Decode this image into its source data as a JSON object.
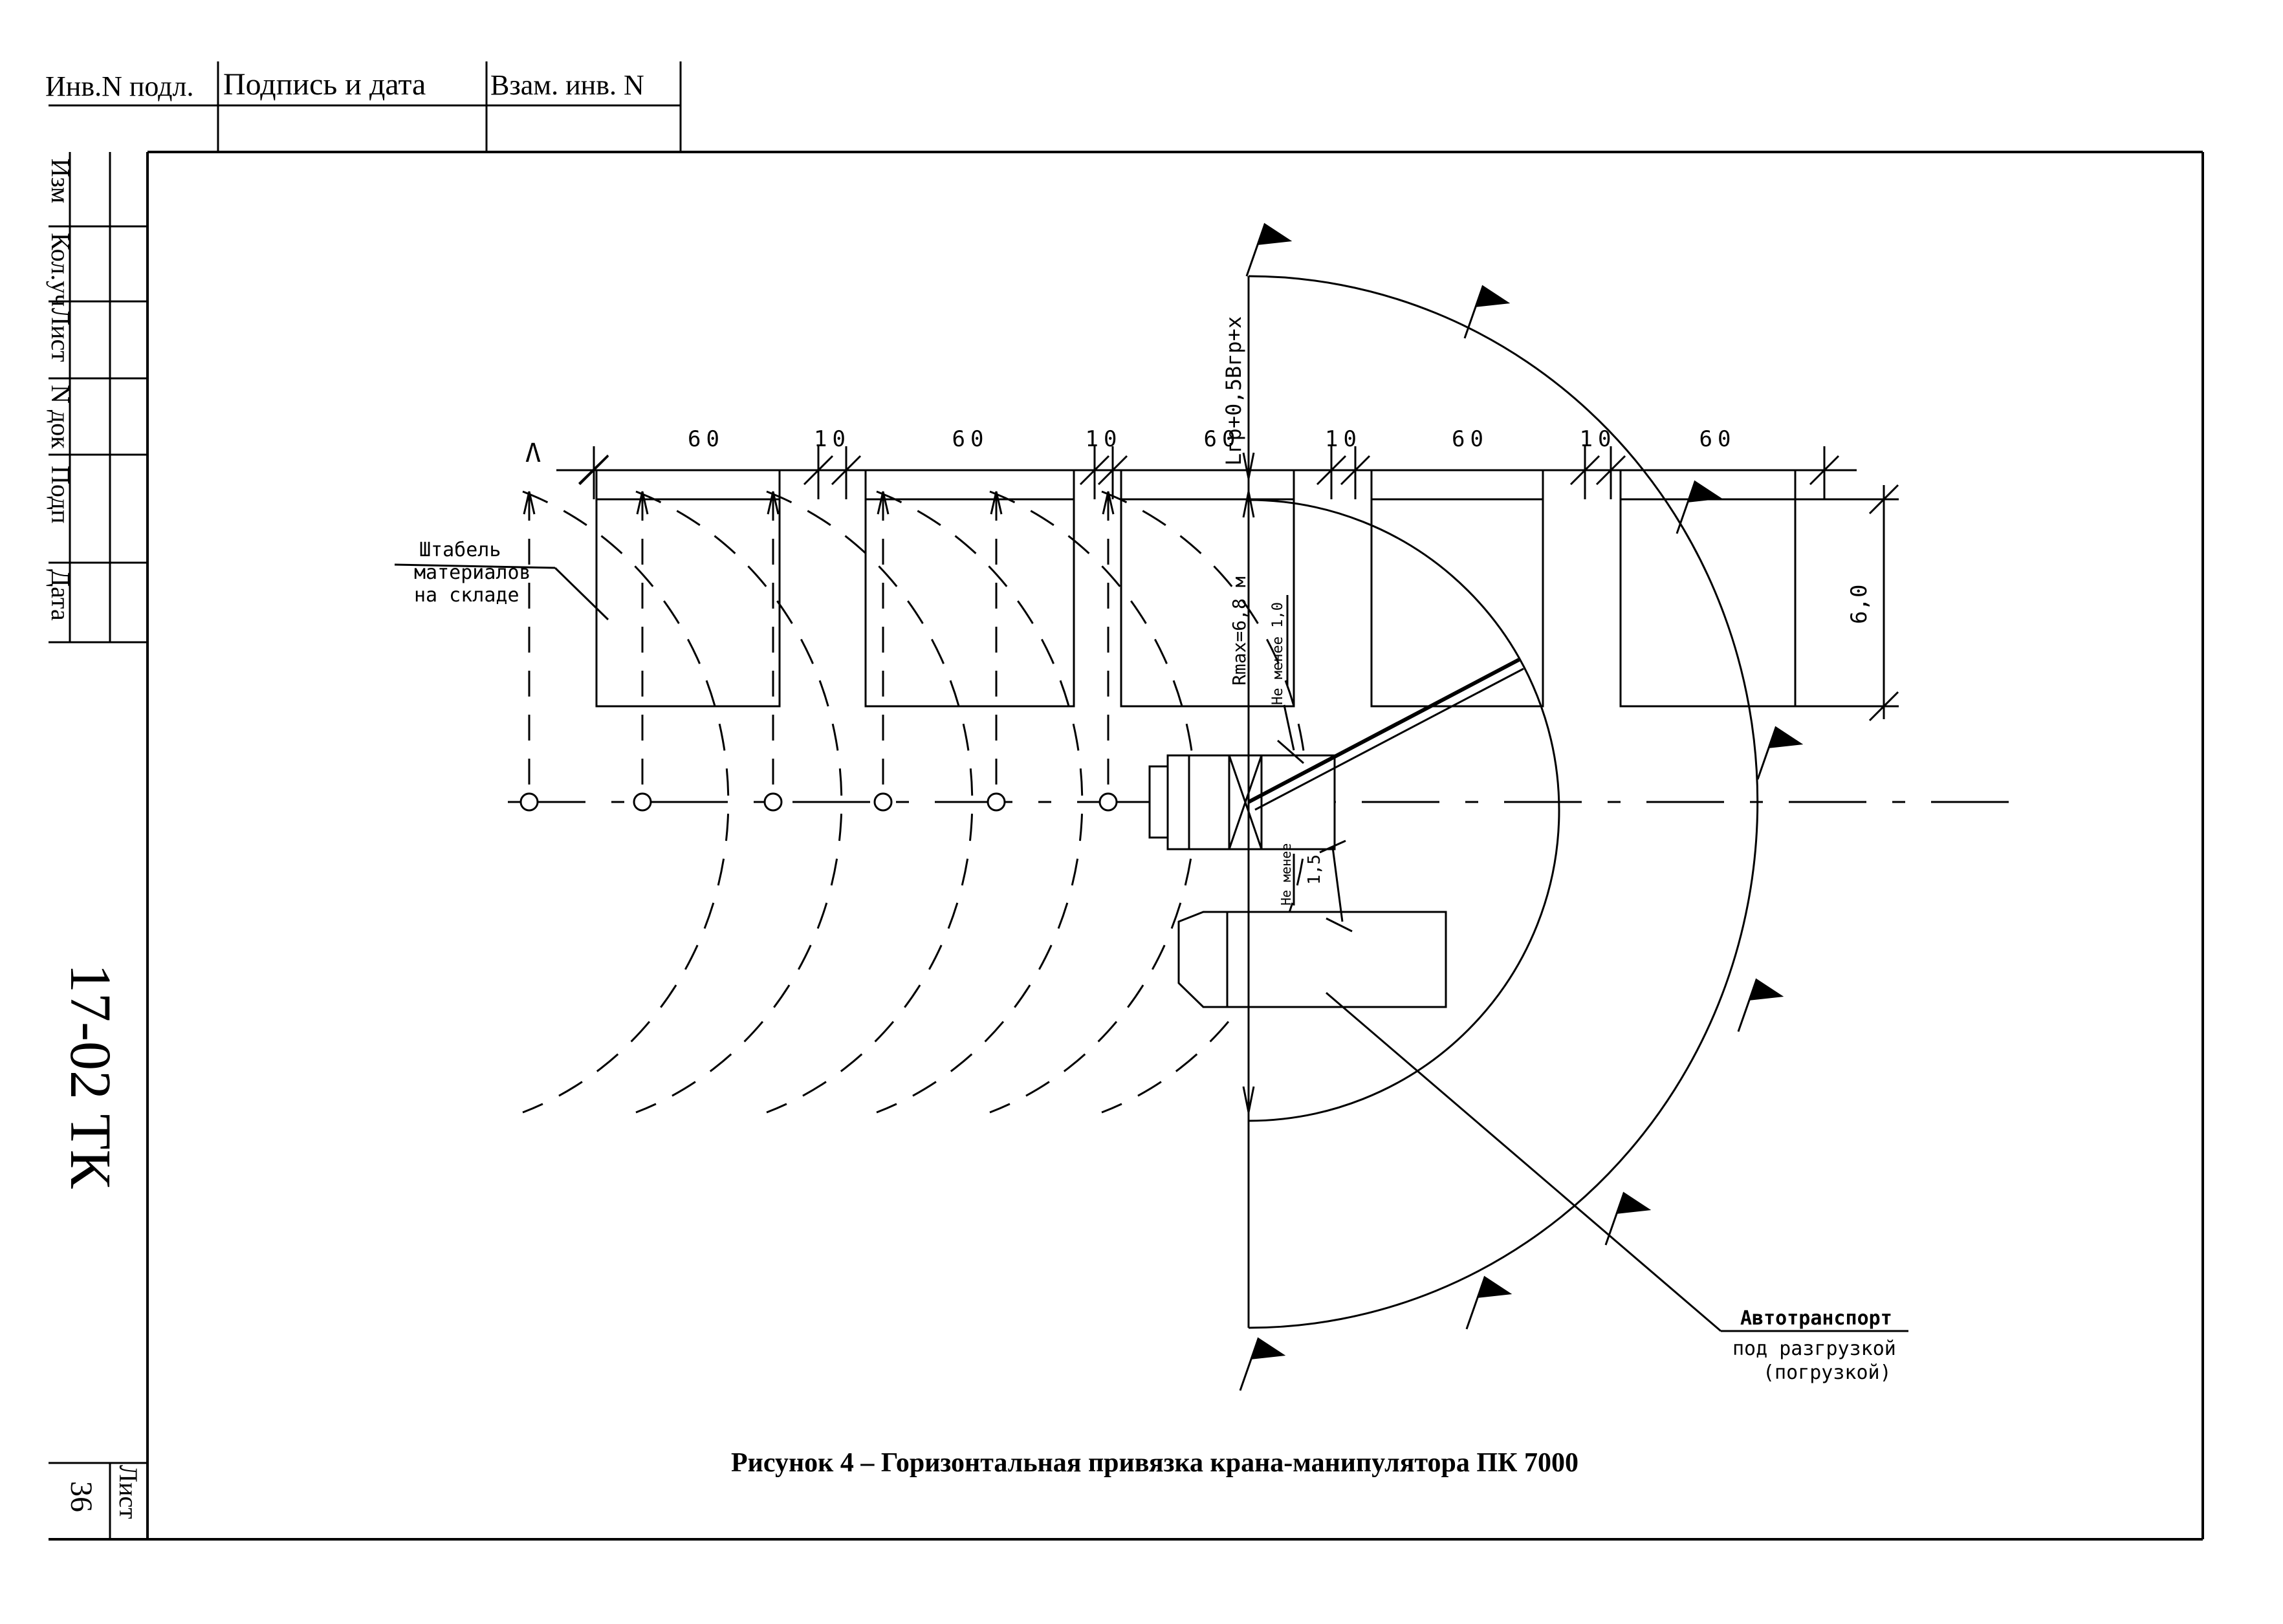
{
  "stamp": {
    "top_cells": [
      "Инв.N подл.",
      "Подпись и дата",
      "Взам. инв. N"
    ],
    "side_cells": [
      "Изм",
      "Кол.уч",
      "Лист",
      "N док",
      "Подп",
      "Дата"
    ],
    "doc_code": "17-02 ТК",
    "sheet_label": "Лист",
    "sheet_number": "36"
  },
  "drawing": {
    "dim_stack": "60",
    "dim_gap": "10",
    "dim_depth": "6,0",
    "left_mark": "Λ",
    "label_stack": [
      "Штабель",
      "материалов",
      "на складе"
    ],
    "label_reach": "Lгр+0,5Bгр+х",
    "label_rmax": "Rmax=6,8 м",
    "label_min1": "Не менее 1,0",
    "label_min2_a": "Не менее",
    "label_min2_b": "1,5",
    "label_truck": [
      "Автотранспорт",
      "под разгрузкой",
      "(погрузкой)"
    ]
  },
  "caption": "Рисунок 4 – Горизонтальная привязка крана-манипулятора ПК 7000"
}
